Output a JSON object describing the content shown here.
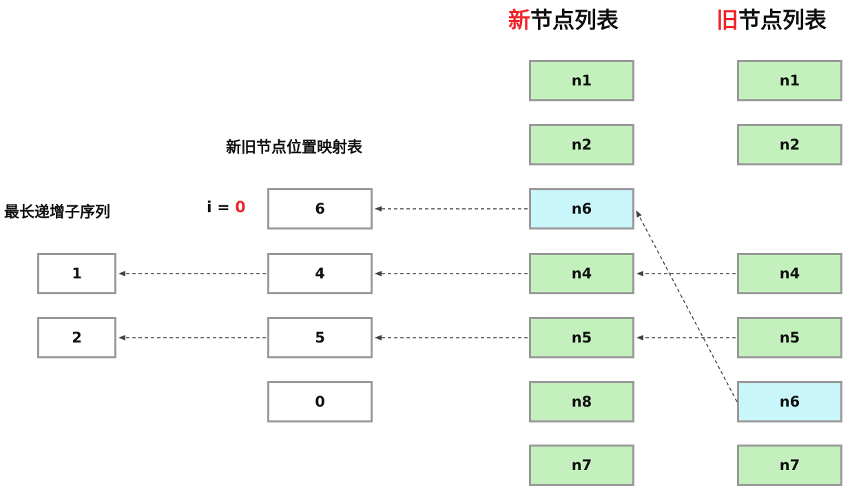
{
  "headings": {
    "new_list": {
      "accent": "新",
      "rest": "节点列表"
    },
    "old_list": {
      "accent": "旧",
      "rest": "节点列表"
    }
  },
  "labels": {
    "map_title": "新旧节点位置映射表",
    "lis_title": "最长递增子序列",
    "index_prefix": "i = ",
    "index_value": "0"
  },
  "new_nodes": [
    "n1",
    "n2",
    "n6",
    "n4",
    "n5",
    "n8",
    "n7"
  ],
  "old_nodes": [
    "n1",
    "n2",
    "",
    "n4",
    "n5",
    "n6",
    "n7"
  ],
  "position_map": [
    "6",
    "4",
    "5",
    "0"
  ],
  "lis": [
    "1",
    "2"
  ],
  "colors": {
    "normal_node": "#c4f0bd",
    "highlight_node": "#c9f6fb",
    "border": "#9a9a9a",
    "accent": "#f0242a",
    "arrow": "#444444"
  }
}
